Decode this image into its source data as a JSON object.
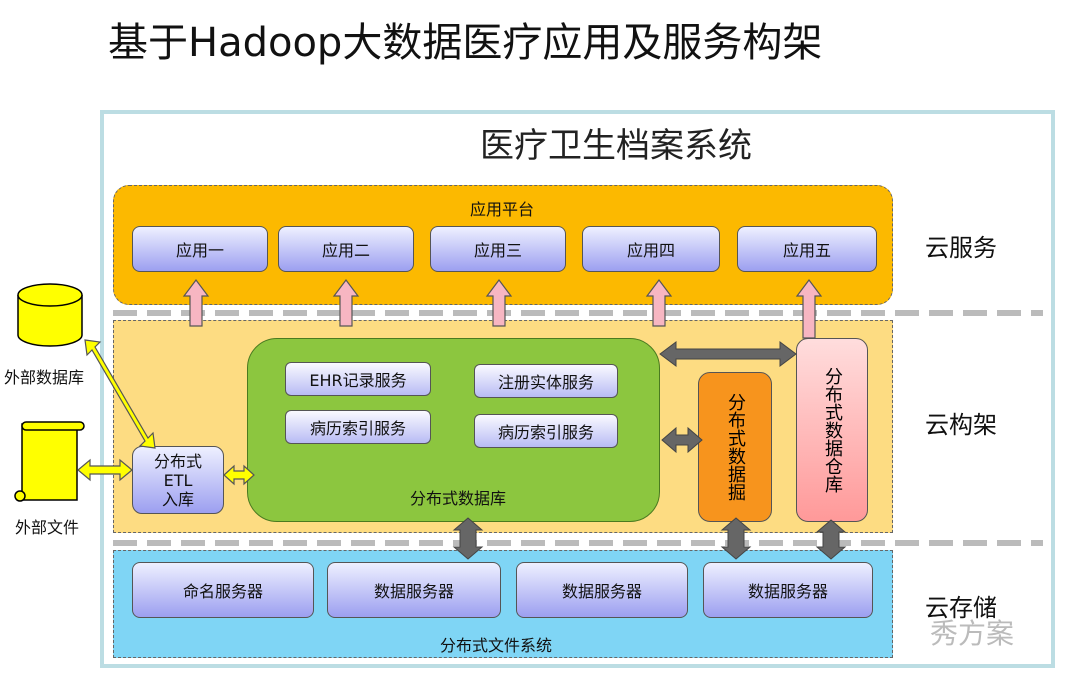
{
  "title": "基于Hadoop大数据医疗应用及服务构架",
  "system_title": "医疗卫生档案系统",
  "app_platform": {
    "label": "应用平台",
    "apps": [
      "应用一",
      "应用二",
      "应用三",
      "应用四",
      "应用五"
    ]
  },
  "middle": {
    "services": [
      "EHR记录服务",
      "注册实体服务",
      "病历索引服务",
      "病历索引服务"
    ],
    "distributed_db": "分布式数据库",
    "etl": [
      "分布式",
      "ETL",
      "入库"
    ],
    "mining": "分布式数据掘",
    "warehouse": "分布式数据仓库"
  },
  "storage": {
    "servers": [
      "命名服务器",
      "数据服务器",
      "数据服务器",
      "数据服务器"
    ],
    "label": "分布式文件系统"
  },
  "external": {
    "database": "外部数据库",
    "file": "外部文件"
  },
  "layers": [
    "云服务",
    "云构架",
    "云存储"
  ],
  "watermark": "秀方案"
}
